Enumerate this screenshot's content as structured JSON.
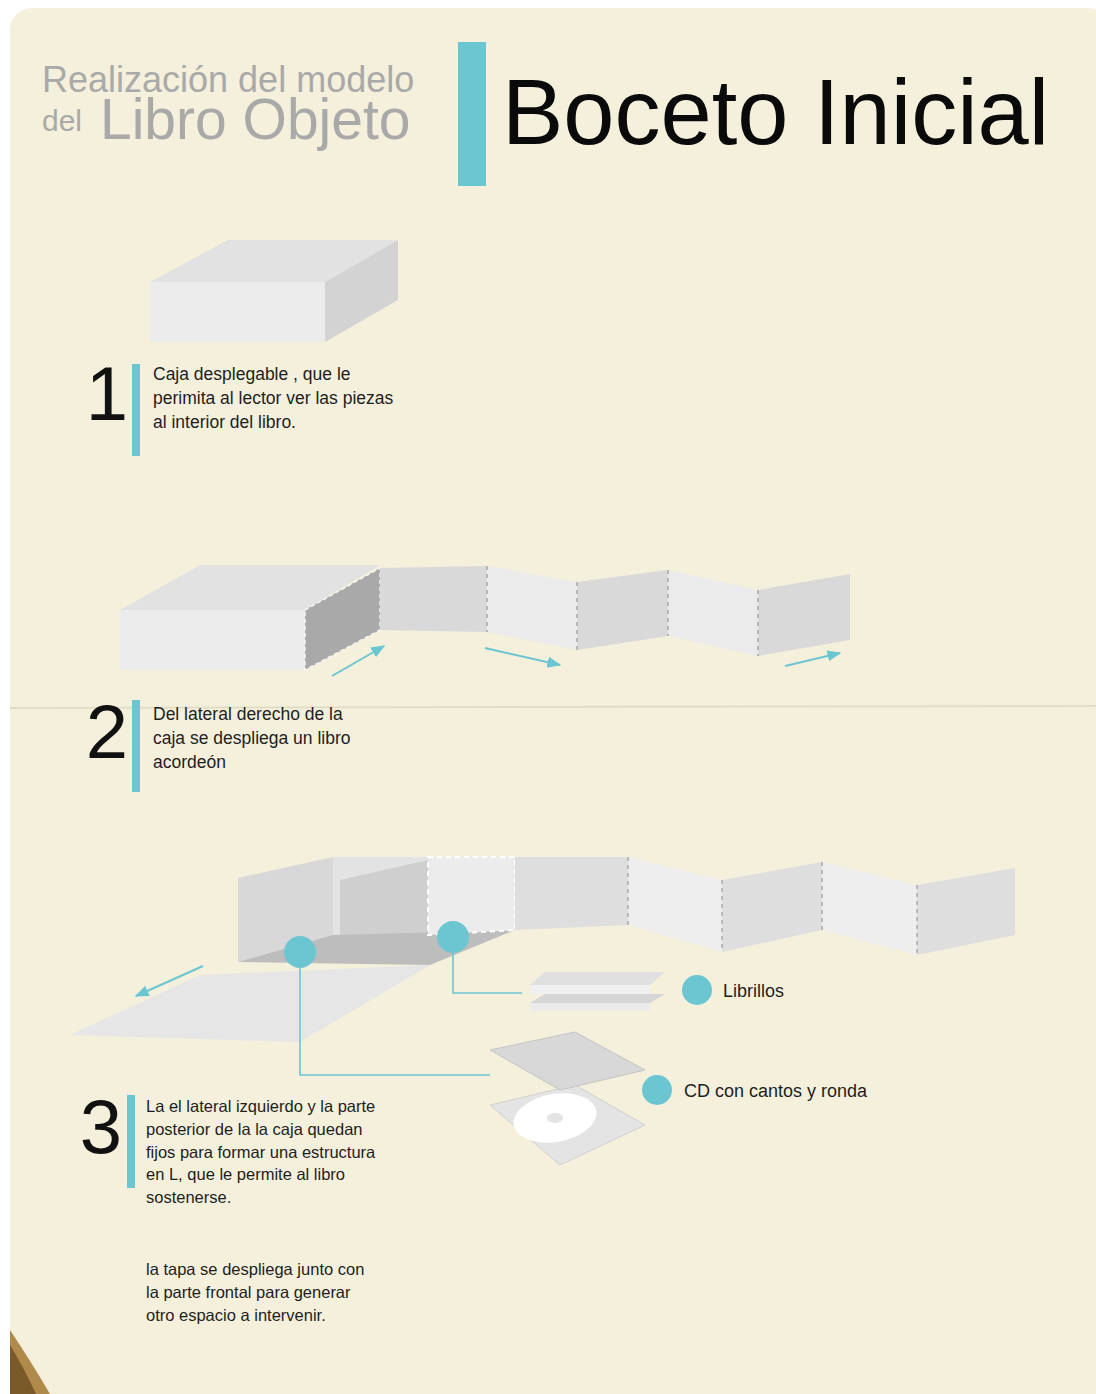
{
  "diagram": {
    "title": "Boceto Inicial",
    "labels": [
      "Realización del modelo",
      "del",
      "Libro Objeto",
      "1",
      "Caja desplegable , que le perimita al lector ver las piezas al interior del libro.",
      "2",
      "Del lateral derecho de la caja se despliega un libro acordeón",
      "3",
      "La el lateral izquierdo y la parte posterior de la la caja quedan fijos para formar una estructura en L, que le permite al libro sostenerse.",
      "la tapa se despliega junto con la parte frontal para generar otro espacio a intervenir.",
      "Librillos",
      "CD con cantos y ronda"
    ]
  }
}
